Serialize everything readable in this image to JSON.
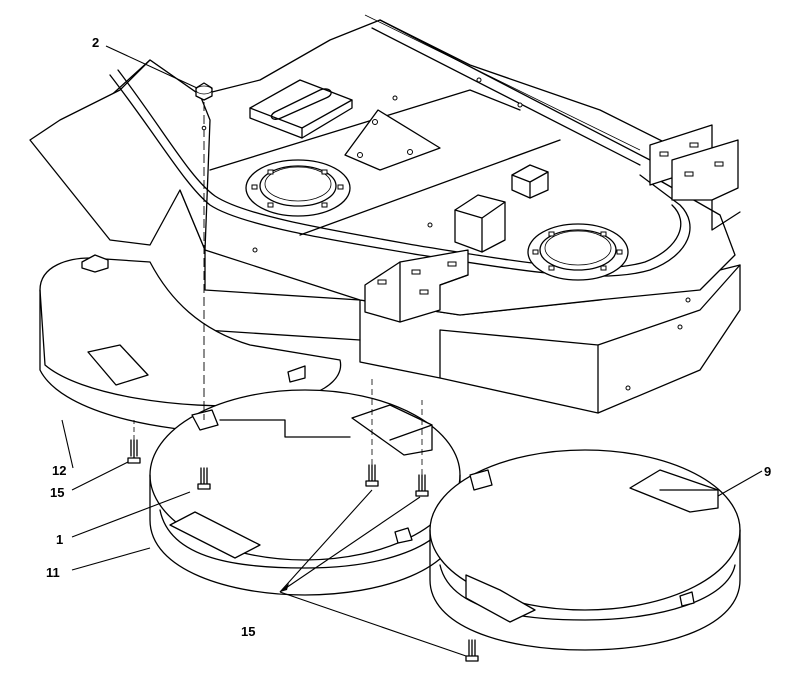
{
  "callouts": {
    "c1": "1",
    "c2": "2",
    "c9": "9",
    "c11": "11",
    "c12": "12",
    "c15a": "15",
    "c15b": "15"
  }
}
